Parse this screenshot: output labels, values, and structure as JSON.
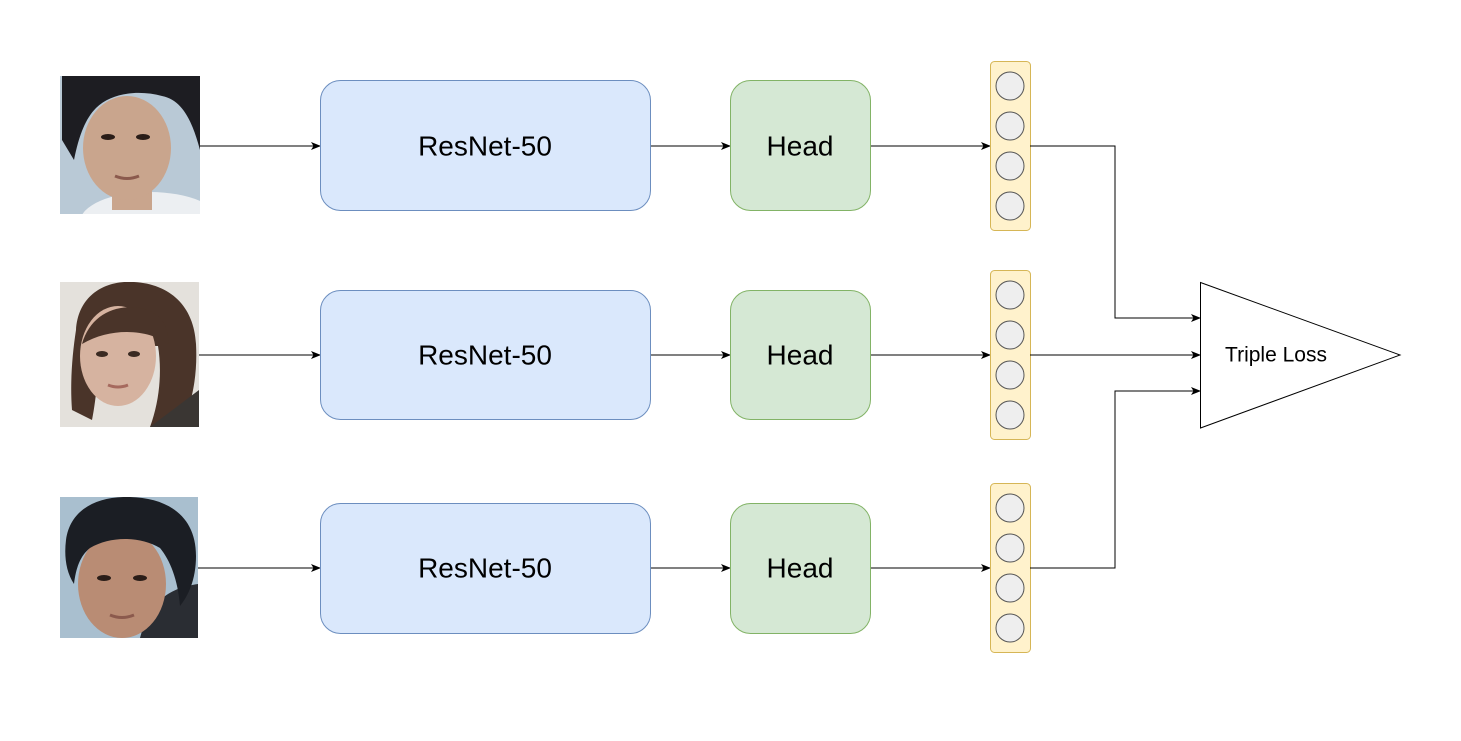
{
  "colors": {
    "backbone_fill": "#dae8fc",
    "backbone_stroke": "#6c8ebf",
    "head_fill": "#d5e8d4",
    "head_stroke": "#82b366",
    "embedding_fill": "#fff2cc",
    "embedding_stroke": "#d6b656",
    "neuron_fill": "#eeeeee",
    "neuron_stroke": "#555555",
    "line": "#000000"
  },
  "branches": [
    {
      "image_name": "face-photo-anchor",
      "image_palette": {
        "bg": "#b9c9d6",
        "hair": "#1d1d22",
        "skin": "#c9a58d",
        "shirt": "#eceff2"
      },
      "backbone_label": "ResNet-50",
      "head_label": "Head",
      "embedding_units": 4
    },
    {
      "image_name": "face-photo-negative",
      "image_palette": {
        "bg": "#e4e1dc",
        "hair": "#4a3429",
        "skin": "#d6b3a0",
        "shirt": "#3a3633"
      },
      "backbone_label": "ResNet-50",
      "head_label": "Head",
      "embedding_units": 4
    },
    {
      "image_name": "face-photo-positive",
      "image_palette": {
        "bg": "#a9bfcf",
        "hair": "#1b1e24",
        "skin": "#b98c74",
        "shirt": "#2a2d33"
      },
      "backbone_label": "ResNet-50",
      "head_label": "Head",
      "embedding_units": 4
    }
  ],
  "loss": {
    "label": "Triple Loss"
  }
}
